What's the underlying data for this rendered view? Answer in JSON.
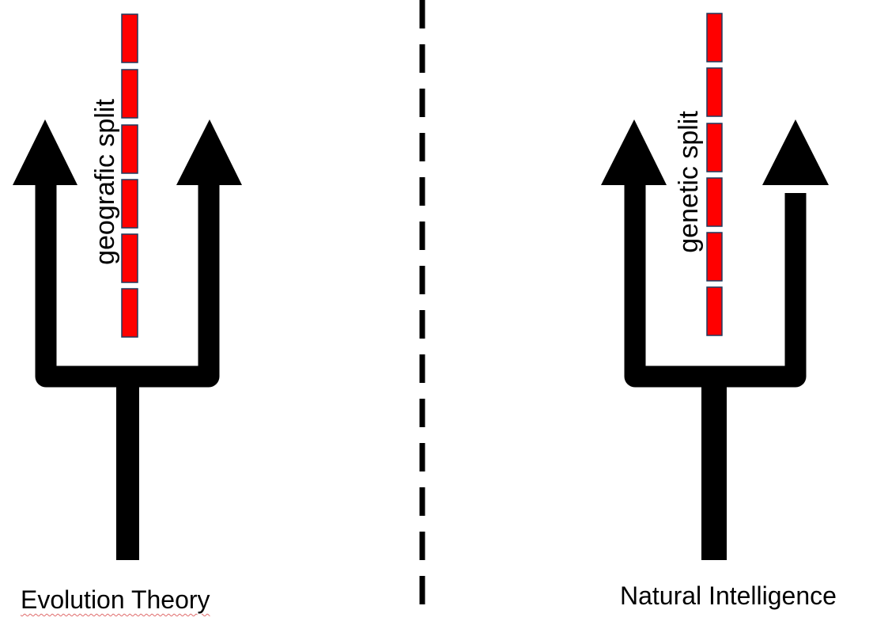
{
  "diagram": {
    "left_panel": {
      "caption": "Evolution Theory",
      "split_label": "geografic split"
    },
    "right_panel": {
      "caption": "Natural Intelligence",
      "split_label": "genetic split"
    },
    "colors": {
      "arrow": "#000000",
      "split_segment_fill": "#ff0000",
      "split_segment_stroke": "#1f3a5f",
      "divider": "#000000",
      "spellcheck_underline": "#e06b6b"
    }
  }
}
